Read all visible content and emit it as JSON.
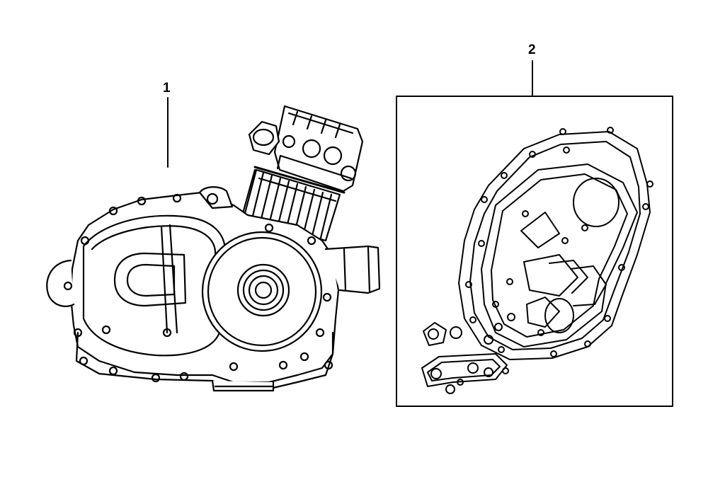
{
  "callouts": [
    {
      "label": "1"
    },
    {
      "label": "2"
    }
  ],
  "colors": {
    "line": "#000000",
    "background": "#ffffff"
  },
  "parts": [
    {
      "icon": "engine-assembly-drawing"
    },
    {
      "icon": "gasket-set-drawing"
    }
  ]
}
